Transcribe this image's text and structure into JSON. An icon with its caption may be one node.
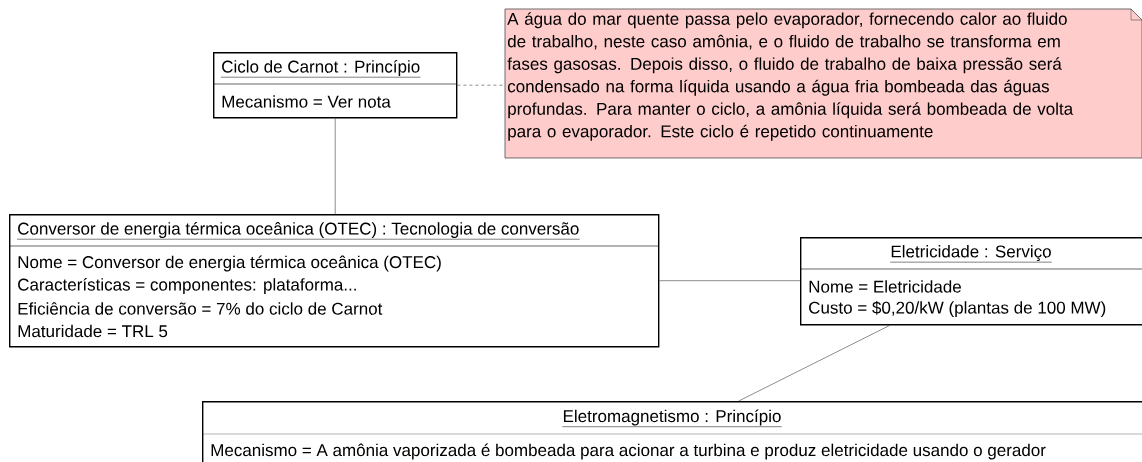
{
  "diagram": {
    "nodes": [
      {
        "text": [
          "Ciclo de Carnot : Princípio",
          "Mecanismo = Ver nota"
        ]
      },
      {
        "text": [
          "A água do mar quente passa pelo evaporador, fornecendo calor ao fluido de trabalho, neste caso amônia, e o fluido de trabalho se transforma em fases gasosas. Depois disso, o fluido de trabalho de baixa pressão será condensado na forma líquida usando a água fria bombeada das águas profundas. Para manter o ciclo, a amônia líquida será bombeada de volta para o evaporador. Este ciclo é repetido continuamente"
        ]
      },
      {
        "text": [
          "Conversor de energia térmica oceânica (OTEC) : Tecnologia de conversão",
          "Nome = Conversor de energia térmica oceânica (OTEC)",
          "Características = componentes: plataforma...",
          "Eficiência de conversão = 7% do ciclo de Carnot",
          "Maturidade = TRL 5"
        ]
      },
      {
        "text": [
          "Eletricidade : Serviço",
          "Nome = Eletricidade",
          "Custo = $0,20/kW (plantas de 100 MW)"
        ]
      },
      {
        "text": [
          "Eletromagnetismo : Princípio",
          "Mecanismo = A amônia vaporizada é bombeada para acionar a turbina e produz eletricidade usando o gerador"
        ]
      }
    ],
    "edges": [
      {
        "from": 0,
        "to": 1,
        "arrow": "none",
        "style": "dashed"
      },
      {
        "from": 0,
        "to": 2,
        "arrow": "none"
      },
      {
        "from": 2,
        "to": 3,
        "arrow": "none"
      },
      {
        "from": 3,
        "to": 4,
        "arrow": "none"
      }
    ]
  }
}
